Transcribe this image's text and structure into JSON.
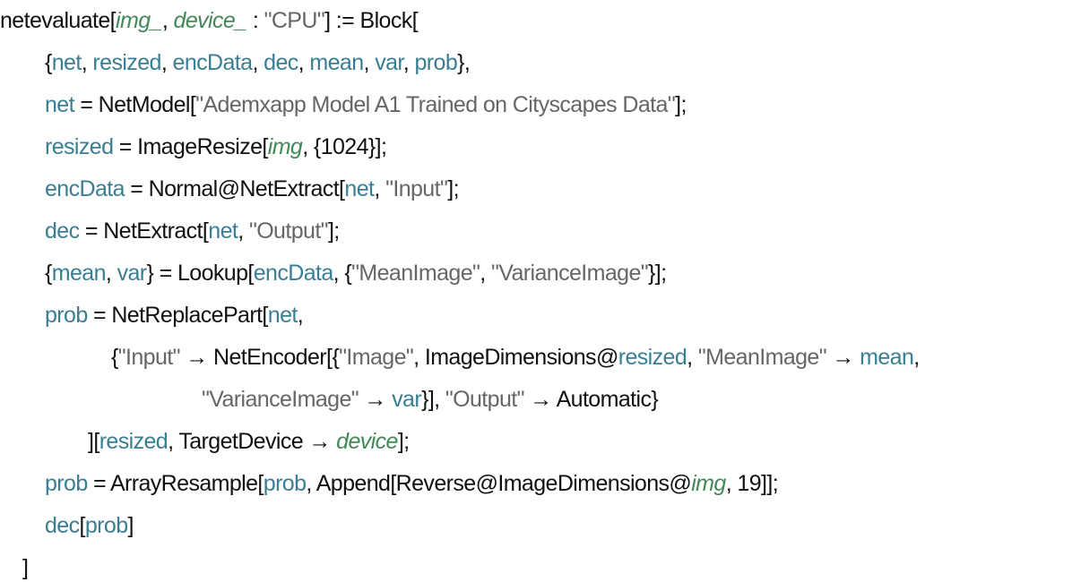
{
  "colors": {
    "keyword": "#111111",
    "variable": "#3a7e94",
    "pattern": "#438958",
    "string": "#666666"
  },
  "lines": [
    {
      "indent": 0,
      "tokens": [
        [
          "netevaluate[",
          "k"
        ],
        [
          "img_",
          "p"
        ],
        [
          ", ",
          "k"
        ],
        [
          "device_",
          "p"
        ],
        [
          " : ",
          "k"
        ],
        [
          "\"CPU\"",
          "s"
        ],
        [
          "] := Block[",
          "k"
        ]
      ]
    },
    {
      "indent": 1,
      "tokens": [
        [
          "{",
          "k"
        ],
        [
          "net",
          "v"
        ],
        [
          ", ",
          "k"
        ],
        [
          "resized",
          "v"
        ],
        [
          ", ",
          "k"
        ],
        [
          "encData",
          "v"
        ],
        [
          ", ",
          "k"
        ],
        [
          "dec",
          "v"
        ],
        [
          ", ",
          "k"
        ],
        [
          "mean",
          "v"
        ],
        [
          ", ",
          "k"
        ],
        [
          "var",
          "v"
        ],
        [
          ", ",
          "k"
        ],
        [
          "prob",
          "v"
        ],
        [
          "},",
          "k"
        ]
      ]
    },
    {
      "indent": 1,
      "tokens": [
        [
          "net",
          "v"
        ],
        [
          " = NetModel[",
          "k"
        ],
        [
          "\"Ademxapp Model A1 Trained on Cityscapes Data\"",
          "s"
        ],
        [
          "];",
          "k"
        ]
      ]
    },
    {
      "indent": 1,
      "tokens": [
        [
          "resized",
          "v"
        ],
        [
          " = ImageResize[",
          "k"
        ],
        [
          "img",
          "p"
        ],
        [
          ", {1024}];",
          "k"
        ]
      ]
    },
    {
      "indent": 1,
      "tokens": [
        [
          "encData",
          "v"
        ],
        [
          " = Normal@NetExtract[",
          "k"
        ],
        [
          "net",
          "v"
        ],
        [
          ", ",
          "k"
        ],
        [
          "\"Input\"",
          "s"
        ],
        [
          "];",
          "k"
        ]
      ]
    },
    {
      "indent": 1,
      "tokens": [
        [
          "dec",
          "v"
        ],
        [
          " = NetExtract[",
          "k"
        ],
        [
          "net",
          "v"
        ],
        [
          ", ",
          "k"
        ],
        [
          "\"Output\"",
          "s"
        ],
        [
          "];",
          "k"
        ]
      ]
    },
    {
      "indent": 1,
      "tokens": [
        [
          "{",
          "k"
        ],
        [
          "mean",
          "v"
        ],
        [
          ", ",
          "k"
        ],
        [
          "var",
          "v"
        ],
        [
          "} = Lookup[",
          "k"
        ],
        [
          "encData",
          "v"
        ],
        [
          ", {",
          "k"
        ],
        [
          "\"MeanImage\"",
          "s"
        ],
        [
          ", ",
          "k"
        ],
        [
          "\"VarianceImage\"",
          "s"
        ],
        [
          "}];",
          "k"
        ]
      ]
    },
    {
      "indent": 1,
      "tokens": [
        [
          "prob",
          "v"
        ],
        [
          " = NetReplacePart[",
          "k"
        ],
        [
          "net",
          "v"
        ],
        [
          ",",
          "k"
        ]
      ]
    },
    {
      "indent": 3,
      "tokens": [
        [
          "{",
          "k"
        ],
        [
          "\"Input\"",
          "s"
        ],
        [
          " → NetEncoder[{",
          "k"
        ],
        [
          "\"Image\"",
          "s"
        ],
        [
          ", ImageDimensions@",
          "k"
        ],
        [
          "resized",
          "v"
        ],
        [
          ", ",
          "k"
        ],
        [
          "\"MeanImage\"",
          "s"
        ],
        [
          " → ",
          "k"
        ],
        [
          "mean",
          "v"
        ],
        [
          ",",
          "k"
        ]
      ]
    },
    {
      "indent": 4,
      "tokens": [
        [
          "\"VarianceImage\"",
          "s"
        ],
        [
          " → ",
          "k"
        ],
        [
          "var",
          "v"
        ],
        [
          "}], ",
          "k"
        ],
        [
          "\"Output\"",
          "s"
        ],
        [
          " → Automatic}",
          "k"
        ]
      ]
    },
    {
      "indent": 2,
      "tokens": [
        [
          "][",
          "k"
        ],
        [
          "resized",
          "v"
        ],
        [
          ", TargetDevice → ",
          "k"
        ],
        [
          "device",
          "p"
        ],
        [
          "];",
          "k"
        ]
      ]
    },
    {
      "indent": 1,
      "tokens": [
        [
          "prob",
          "v"
        ],
        [
          " = ArrayResample[",
          "k"
        ],
        [
          "prob",
          "v"
        ],
        [
          ", Append[Reverse@ImageDimensions@",
          "k"
        ],
        [
          "img",
          "p"
        ],
        [
          ", 19]];",
          "k"
        ]
      ]
    },
    {
      "indent": 1,
      "tokens": [
        [
          "dec",
          "v"
        ],
        [
          "[",
          "k"
        ],
        [
          "prob",
          "v"
        ],
        [
          "]",
          "k"
        ]
      ]
    },
    {
      "indent": 5,
      "tokens": [
        [
          "]",
          "k"
        ]
      ]
    }
  ]
}
